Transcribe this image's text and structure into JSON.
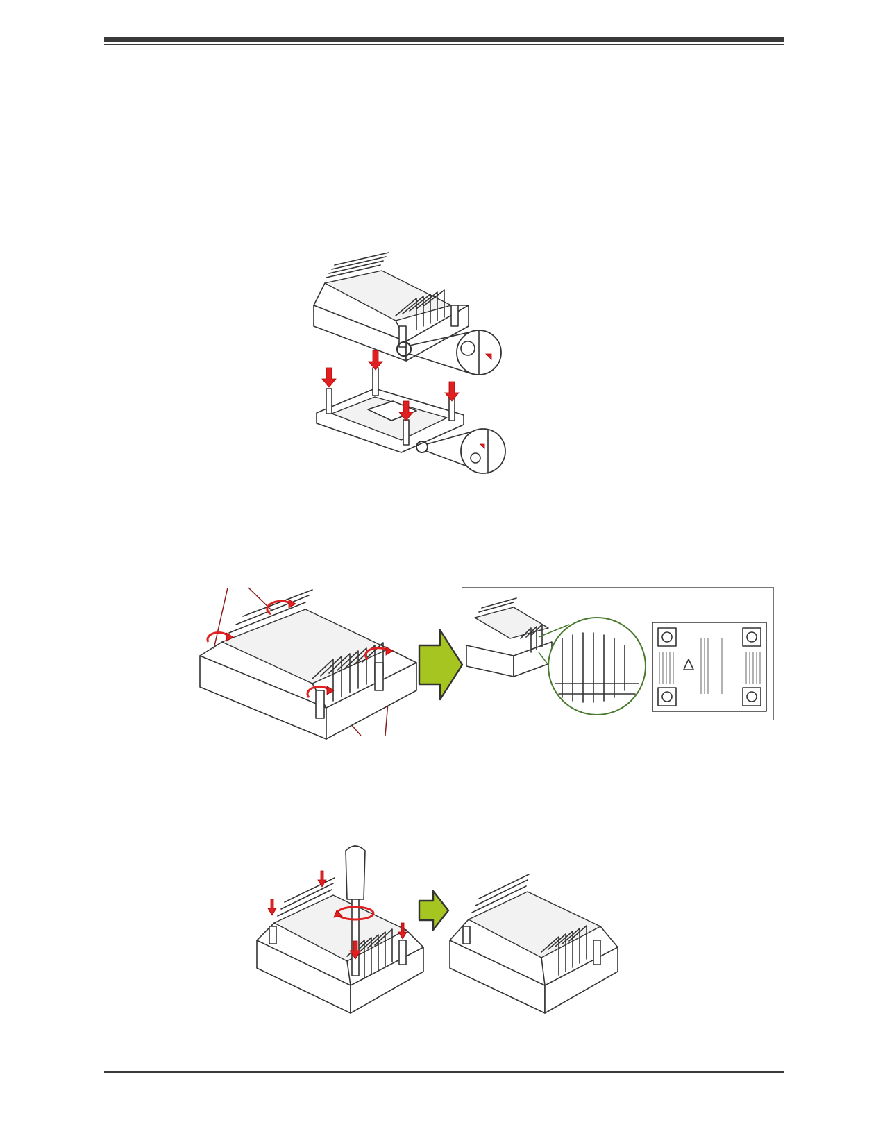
{
  "colors": {
    "rule": "#3a3a3a",
    "arrow_red": "#e02020",
    "arrow_green": "#a6c521",
    "detail_green": "#4a7a2e"
  },
  "figures": [
    {
      "name": "heatsink-alignment-figure",
      "icons": [
        "heatsink-icon",
        "mounting-plate-icon",
        "down-arrow-icon",
        "triangle-mark-icon"
      ]
    },
    {
      "name": "heatsink-rotation-figure",
      "icons": [
        "heatsink-icon",
        "rotate-arrow-icon",
        "green-right-arrow-icon",
        "heatsink-bottom-label-icon"
      ]
    },
    {
      "name": "heatsink-screwdriver-figure",
      "icons": [
        "screwdriver-icon",
        "heatsink-icon",
        "green-right-arrow-icon"
      ]
    }
  ]
}
